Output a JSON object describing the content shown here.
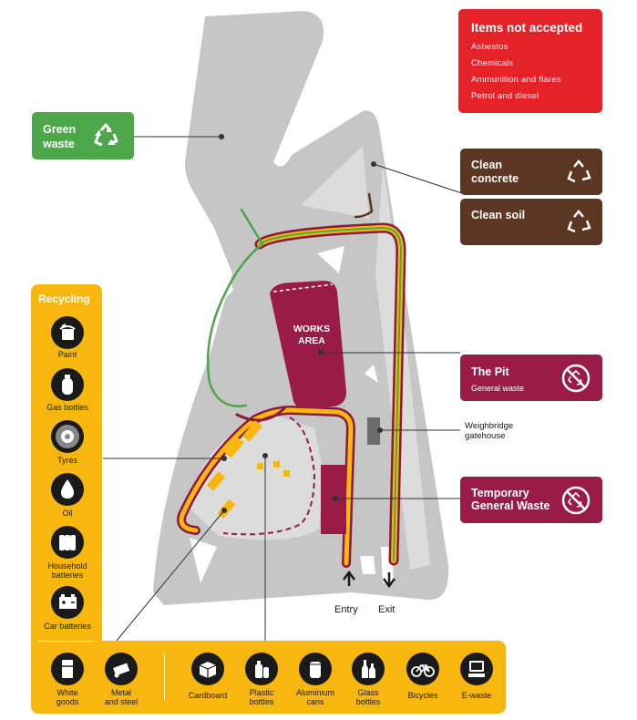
{
  "not_accepted": {
    "title": "Items not accepted",
    "items": [
      "Asbestos",
      "Chemicals",
      "Ammunition and flares",
      "Petrol and diesel"
    ]
  },
  "green_waste": {
    "line1": "Green",
    "line2": "waste",
    "icon": "recycle-icon"
  },
  "clean_concrete": {
    "line1": "Clean",
    "line2": "concrete",
    "icon": "recycle-icon"
  },
  "clean_soil": {
    "label": "Clean soil",
    "icon": "recycle-icon"
  },
  "the_pit": {
    "title": "The Pit",
    "subtitle": "General waste",
    "icon": "no-recycle-icon"
  },
  "temporary": {
    "line1": "Temporary",
    "line2": "General Waste",
    "icon": "no-recycle-icon"
  },
  "weighbridge": {
    "line1": "Weighbridge",
    "line2": "gatehouse"
  },
  "works_area": {
    "line1": "WORKS",
    "line2": "AREA"
  },
  "entry": "Entry",
  "exit": "Exit",
  "recycling": {
    "title": "Recycling",
    "items": [
      {
        "label": "Paint",
        "icon": "paint-icon"
      },
      {
        "label": "Gas bottles",
        "icon": "gas-bottle-icon"
      },
      {
        "label": "Tyres",
        "icon": "tyre-icon"
      },
      {
        "label": "Oil",
        "icon": "oil-drop-icon"
      },
      {
        "label": "Household",
        "label2": "batteries",
        "icon": "household-batteries-icon"
      },
      {
        "label": "Car batteries",
        "icon": "car-battery-icon"
      }
    ],
    "bottom": [
      {
        "label": "White",
        "label2": "goods",
        "icon": "fridge-icon"
      },
      {
        "label": "Metal",
        "label2": "and steel",
        "icon": "metal-icon"
      },
      {
        "label": "Cardboard",
        "icon": "cardboard-icon"
      },
      {
        "label": "Plastic",
        "label2": "bottles",
        "icon": "plastic-bottles-icon"
      },
      {
        "label": "Aluminium",
        "label2": "cans",
        "icon": "can-icon"
      },
      {
        "label": "Glass",
        "label2": "bottles",
        "icon": "glass-bottles-icon"
      },
      {
        "label": "Bicycles",
        "icon": "bicycle-icon"
      },
      {
        "label": "E-waste",
        "icon": "computer-icon"
      }
    ]
  },
  "colors": {
    "site_grey": "#c9c9c9",
    "road_light": "#dedede",
    "yellow": "#f7b70f",
    "maroon": "#9a1b46",
    "brown": "#5b3622",
    "green": "#4ba749",
    "red": "#e62229"
  }
}
